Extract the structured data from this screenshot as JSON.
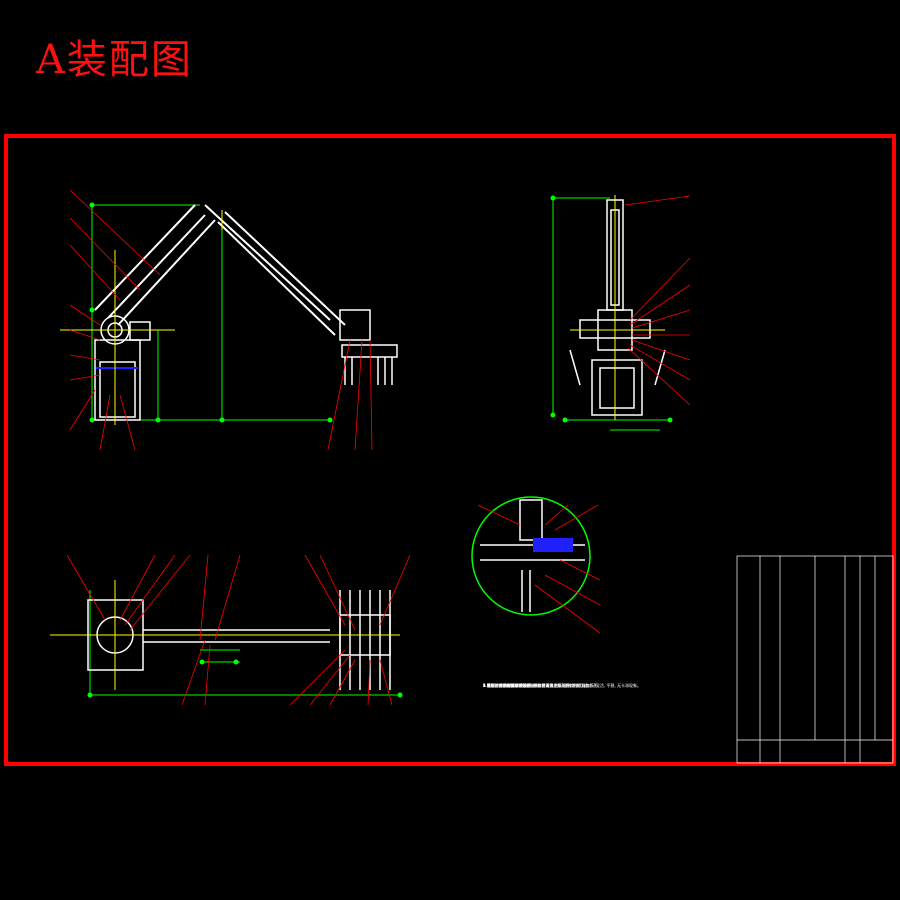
{
  "title": "A装配图",
  "colors": {
    "background": "#000000",
    "frame": "#ff0000",
    "part": "#ffffff",
    "dimension": "#00ff00",
    "leader": "#ff0000",
    "center": "#ffff00",
    "accent_blue": "#2020ff",
    "accent_magenta": "#ff00ff",
    "accent_cyan": "#00ffff"
  },
  "notes": [
    "1.装配前, 所有零部件及外购件均需清洗干净, 去除毛刺飞边。",
    "2.装配过程中零件不得磕碰, 划伤和锈蚀, 运动部件装配后应转动灵活, 平稳, 无卡滞现象。",
    "3.螺钉、螺栓和螺母紧固时, 严禁打击或使用不合适的旋具和扳手。",
    "4.各密封件装配前必须浸透油。",
    "5.规定拧紧力矩要求的紧固件, 必须采用力矩扳手。",
    "6.装配后整机外观涂装颜色一致。"
  ],
  "icons": [
    "callout-circle-icon"
  ]
}
